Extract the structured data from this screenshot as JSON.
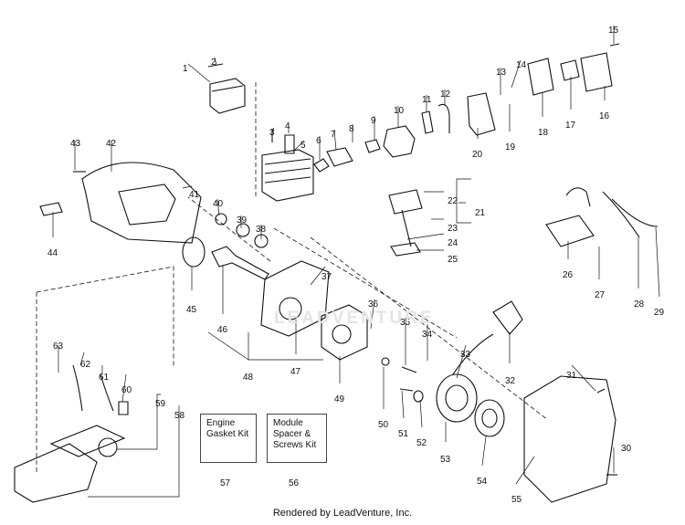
{
  "diagram": {
    "callouts": [
      {
        "id": "1",
        "label": "1"
      },
      {
        "id": "2",
        "label": "2"
      },
      {
        "id": "3",
        "label": "3"
      },
      {
        "id": "4",
        "label": "4"
      },
      {
        "id": "5",
        "label": "5"
      },
      {
        "id": "6",
        "label": "6"
      },
      {
        "id": "7",
        "label": "7"
      },
      {
        "id": "8",
        "label": "8"
      },
      {
        "id": "9",
        "label": "9"
      },
      {
        "id": "10",
        "label": "10"
      },
      {
        "id": "11",
        "label": "11"
      },
      {
        "id": "12",
        "label": "12"
      },
      {
        "id": "13",
        "label": "13"
      },
      {
        "id": "14",
        "label": "14"
      },
      {
        "id": "15",
        "label": "15"
      },
      {
        "id": "16",
        "label": "16"
      },
      {
        "id": "17",
        "label": "17"
      },
      {
        "id": "18",
        "label": "18"
      },
      {
        "id": "19",
        "label": "19"
      },
      {
        "id": "20",
        "label": "20"
      },
      {
        "id": "21",
        "label": "21"
      },
      {
        "id": "22",
        "label": "22"
      },
      {
        "id": "23",
        "label": "23"
      },
      {
        "id": "24",
        "label": "24"
      },
      {
        "id": "25",
        "label": "25"
      },
      {
        "id": "26",
        "label": "26"
      },
      {
        "id": "27",
        "label": "27"
      },
      {
        "id": "28",
        "label": "28"
      },
      {
        "id": "29",
        "label": "29"
      },
      {
        "id": "30",
        "label": "30"
      },
      {
        "id": "31",
        "label": "31"
      },
      {
        "id": "32",
        "label": "32"
      },
      {
        "id": "33",
        "label": "33"
      },
      {
        "id": "34",
        "label": "34"
      },
      {
        "id": "35",
        "label": "35"
      },
      {
        "id": "36",
        "label": "36"
      },
      {
        "id": "37",
        "label": "37"
      },
      {
        "id": "38",
        "label": "38"
      },
      {
        "id": "39",
        "label": "39"
      },
      {
        "id": "40",
        "label": "40"
      },
      {
        "id": "41",
        "label": "41"
      },
      {
        "id": "42",
        "label": "42"
      },
      {
        "id": "43",
        "label": "43"
      },
      {
        "id": "44",
        "label": "44"
      },
      {
        "id": "45",
        "label": "45"
      },
      {
        "id": "46",
        "label": "46"
      },
      {
        "id": "47",
        "label": "47"
      },
      {
        "id": "48",
        "label": "48"
      },
      {
        "id": "49",
        "label": "49"
      },
      {
        "id": "50",
        "label": "50"
      },
      {
        "id": "51",
        "label": "51"
      },
      {
        "id": "52",
        "label": "52"
      },
      {
        "id": "53",
        "label": "53"
      },
      {
        "id": "54",
        "label": "54"
      },
      {
        "id": "55",
        "label": "55"
      },
      {
        "id": "58",
        "label": "58"
      },
      {
        "id": "59",
        "label": "59"
      },
      {
        "id": "60",
        "label": "60"
      },
      {
        "id": "61",
        "label": "61"
      },
      {
        "id": "62",
        "label": "62"
      },
      {
        "id": "63",
        "label": "63"
      }
    ],
    "kits": {
      "engine_gasket": {
        "label": "Engine Gasket Kit",
        "number": "57"
      },
      "module_spacer": {
        "label": "Module Spacer & Screws Kit",
        "number": "56"
      }
    },
    "watermark": "LEADVENTURE",
    "footer": "Rendered by LeadVenture, Inc."
  }
}
